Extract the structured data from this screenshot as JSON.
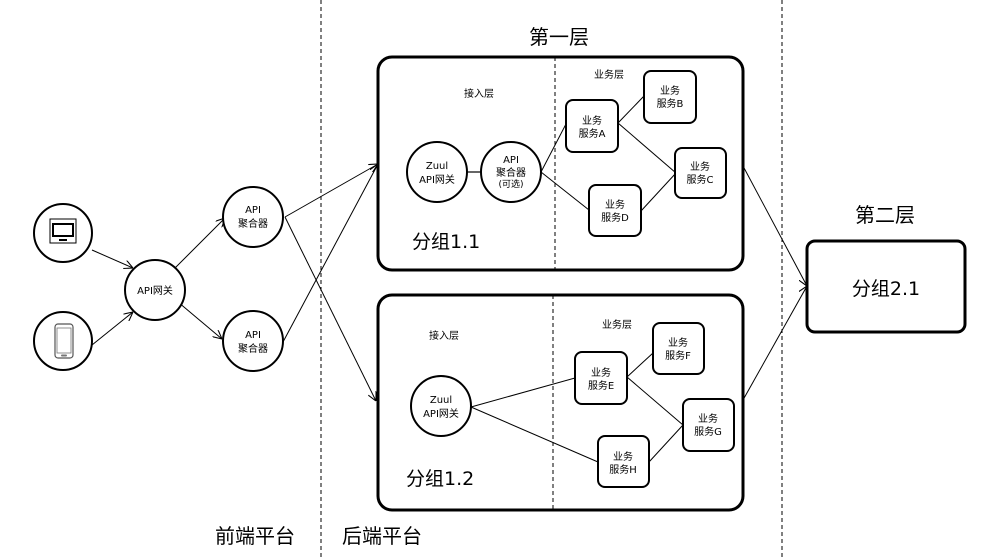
{
  "platforms": {
    "frontend_label": "前端平台",
    "backend_label": "后端平台"
  },
  "layers": {
    "layer1_title": "第一层",
    "layer2_title": "第二层"
  },
  "clients": [
    {
      "name": "desktop",
      "icon": "monitor-icon"
    },
    {
      "name": "mobile",
      "icon": "phone-icon"
    }
  ],
  "front": {
    "gateway": "API网关",
    "aggregator_line1": "API",
    "aggregator_line2": "聚合器"
  },
  "group11": {
    "label": "分组1.1",
    "access_layer": "接入层",
    "business_layer": "业务层",
    "zuul_line1": "Zuul",
    "zuul_line2": "API网关",
    "agg_line1": "API",
    "agg_line2": "聚合器",
    "agg_line3": "(可选)",
    "services": [
      {
        "line1": "业务",
        "line2": "服务A"
      },
      {
        "line1": "业务",
        "line2": "服务B"
      },
      {
        "line1": "业务",
        "line2": "服务C"
      },
      {
        "line1": "业务",
        "line2": "服务D"
      }
    ]
  },
  "group12": {
    "label": "分组1.2",
    "access_layer": "接入层",
    "business_layer": "业务层",
    "zuul_line1": "Zuul",
    "zuul_line2": "API网关",
    "services": [
      {
        "line1": "业务",
        "line2": "服务E"
      },
      {
        "line1": "业务",
        "line2": "服务F"
      },
      {
        "line1": "业务",
        "line2": "服务G"
      },
      {
        "line1": "业务",
        "line2": "服务H"
      }
    ]
  },
  "group21": {
    "label": "分组2.1"
  }
}
